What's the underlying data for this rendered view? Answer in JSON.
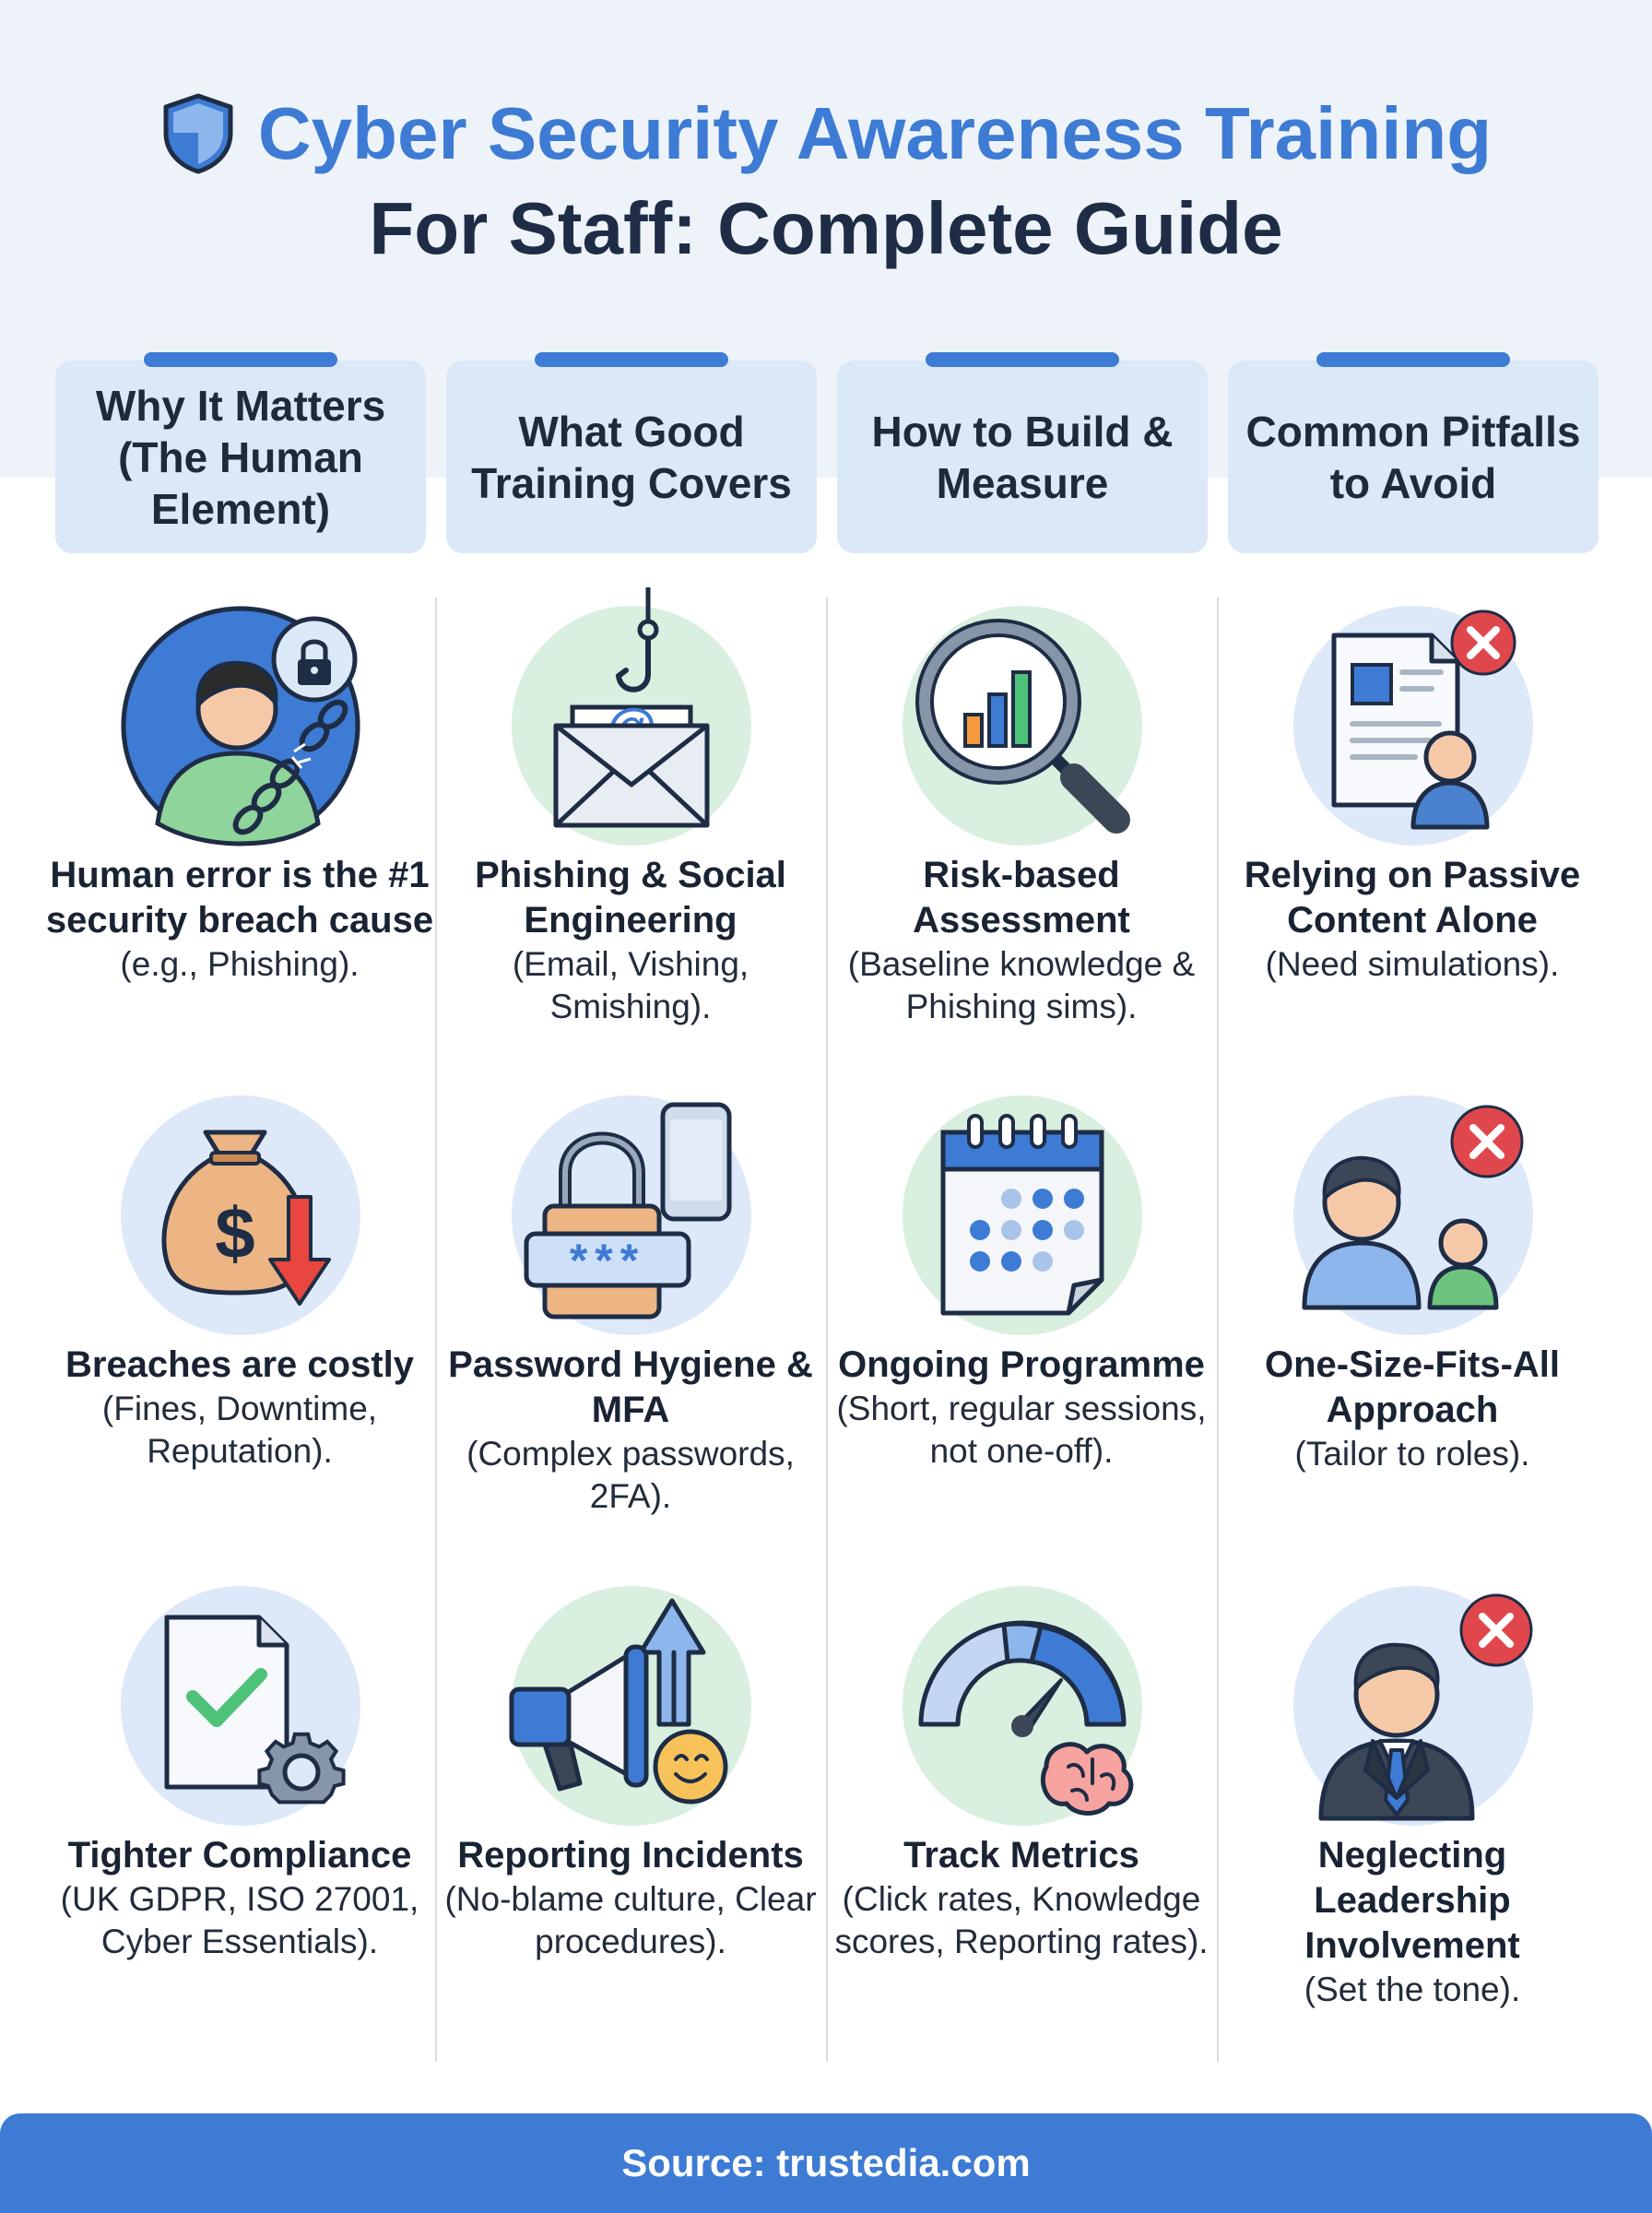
{
  "title": {
    "line1": "Cyber Security Awareness Training",
    "line2": "For Staff: Complete Guide",
    "icon": "shield-icon"
  },
  "colors": {
    "accent": "#3d7bd4",
    "header_bg": "#dbe8f8",
    "circle_blue": "#dde9f9",
    "circle_green": "#d9efdf",
    "error_red": "#e0474c"
  },
  "columns": [
    {
      "header": "Why It Matters (The Human Element)",
      "items": [
        {
          "title": "Human error is the #1 security breach cause",
          "desc": "(e.g., Phishing).",
          "icon": "person-broken-chain-icon"
        },
        {
          "title": "Breaches are costly",
          "desc": "(Fines, Downtime, Reputation).",
          "icon": "money-bag-down-arrow-icon"
        },
        {
          "title": "Tighter Compliance",
          "desc": "(UK GDPR, ISO 27001, Cyber Essentials).",
          "icon": "document-check-gear-icon"
        }
      ]
    },
    {
      "header": "What Good Training Covers",
      "items": [
        {
          "title": "Phishing & Social Engineering",
          "desc": "(Email, Vishing, Smishing).",
          "icon": "phishing-email-hook-icon"
        },
        {
          "title": "Password Hygiene & MFA",
          "desc": "(Complex passwords, 2FA).",
          "icon": "padlock-password-phone-icon"
        },
        {
          "title": "Reporting Incidents",
          "desc": "(No-blame culture, Clear procedures).",
          "icon": "megaphone-smiley-icon"
        }
      ]
    },
    {
      "header": "How to Build & Measure",
      "items": [
        {
          "title": "Risk-based Assessment",
          "desc": "(Baseline knowledge & Phishing sims).",
          "icon": "magnifier-chart-icon"
        },
        {
          "title": "Ongoing Programme",
          "desc": "(Short, regular sessions, not one-off).",
          "icon": "calendar-icon"
        },
        {
          "title": "Track Metrics",
          "desc": "(Click rates, Knowledge scores, Reporting rates).",
          "icon": "gauge-brain-icon"
        }
      ]
    },
    {
      "header": "Common Pitfalls to Avoid",
      "items": [
        {
          "title": "Relying on Passive Content Alone",
          "desc": "(Need simulations).",
          "icon": "document-person-x-icon"
        },
        {
          "title": "One-Size-Fits-All Approach",
          "desc": "(Tailor to roles).",
          "icon": "two-people-x-icon"
        },
        {
          "title": "Neglecting Leadership Involvement",
          "desc": "(Set the tone).",
          "icon": "businessman-x-icon"
        }
      ]
    }
  ],
  "footer": "Source: trustedia.com"
}
